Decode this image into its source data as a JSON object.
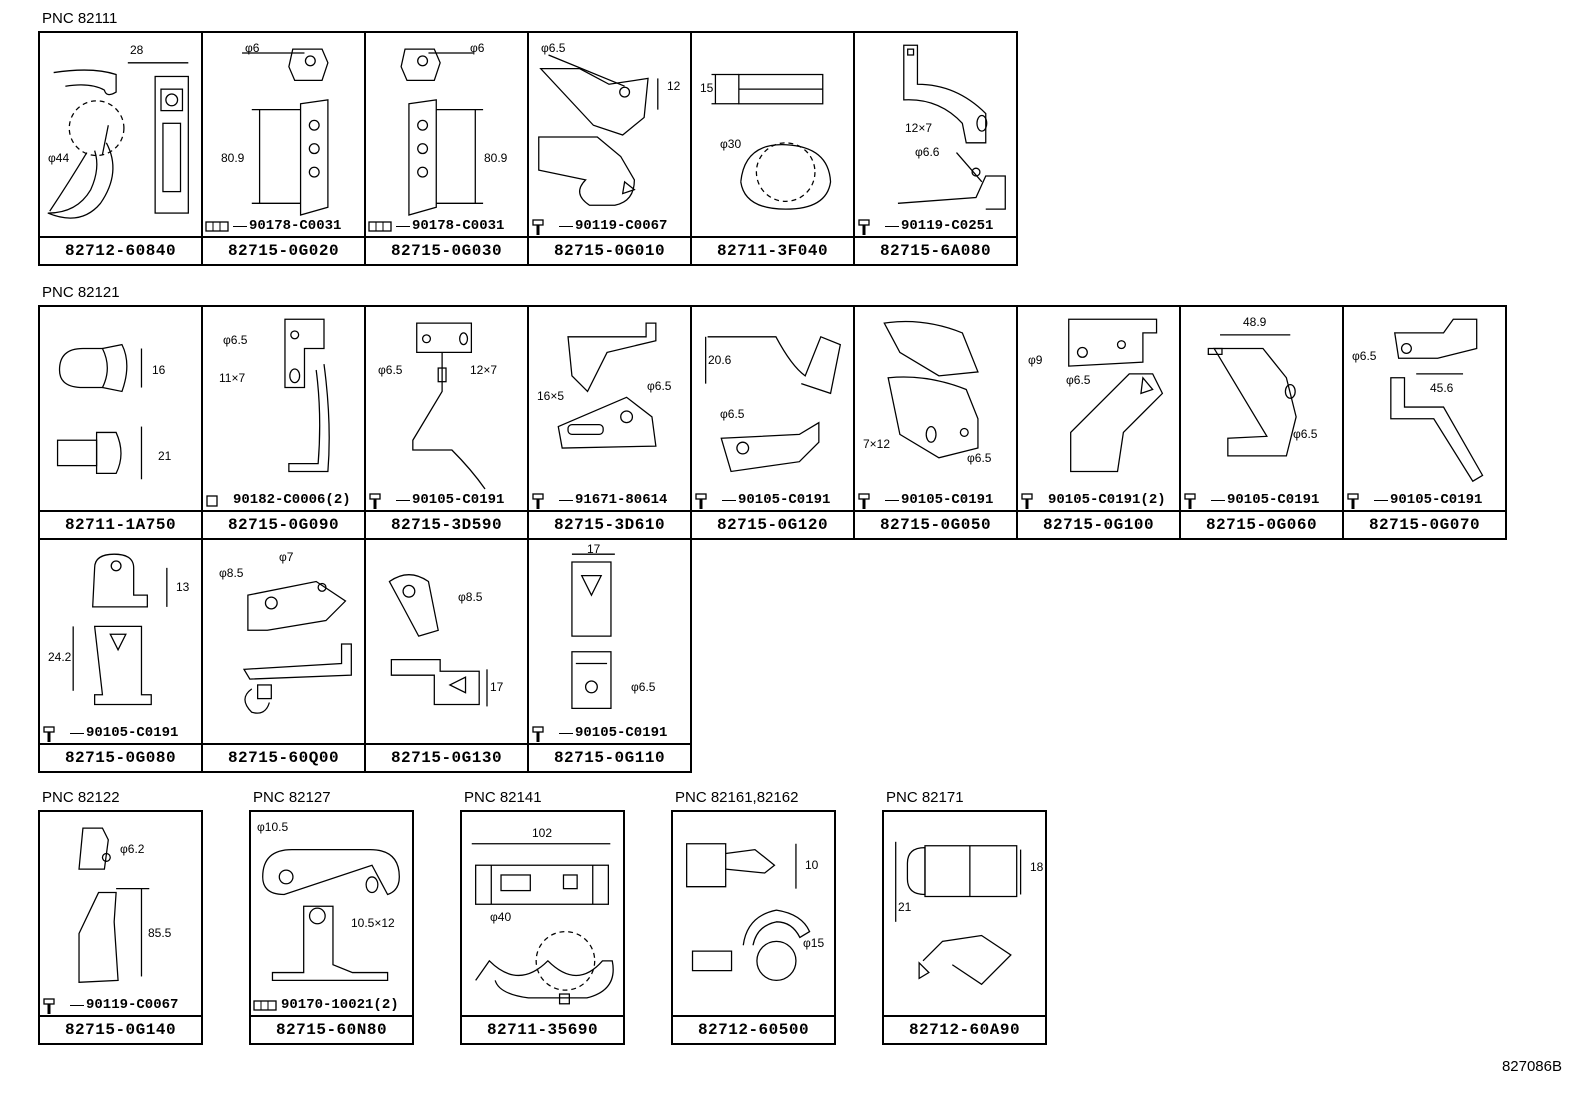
{
  "sections": [
    {
      "label": "PNC 82111",
      "parts": [
        {
          "pn": "82712-60840",
          "sub": "",
          "dims": [
            "28",
            "φ44"
          ]
        },
        {
          "pn": "82715-0G020",
          "sub": "90178-C0031",
          "dims": [
            "φ6",
            "80.9"
          ]
        },
        {
          "pn": "82715-0G030",
          "sub": "90178-C0031",
          "dims": [
            "φ6",
            "80.9"
          ]
        },
        {
          "pn": "82715-0G010",
          "sub": "90119-C0067",
          "dims": [
            "φ6.5",
            "12"
          ]
        },
        {
          "pn": "82711-3F040",
          "sub": "",
          "dims": [
            "15",
            "φ30"
          ]
        },
        {
          "pn": "82715-6A080",
          "sub": "90119-C0251",
          "dims": [
            "12×7",
            "φ6.6"
          ]
        }
      ]
    },
    {
      "label": "PNC 82121",
      "parts": [
        {
          "pn": "82711-1A750",
          "sub": "",
          "dims": [
            "16",
            "21"
          ]
        },
        {
          "pn": "82715-0G090",
          "sub": "90182-C0006(2)",
          "dims": [
            "φ6.5",
            "11×7"
          ]
        },
        {
          "pn": "82715-3D590",
          "sub": "90105-C0191",
          "dims": [
            "φ6.5",
            "12×7"
          ]
        },
        {
          "pn": "82715-3D610",
          "sub": "91671-80614",
          "dims": [
            "16×5",
            "φ6.5"
          ]
        },
        {
          "pn": "82715-0G120",
          "sub": "90105-C0191",
          "dims": [
            "20.6",
            "φ6.5"
          ]
        },
        {
          "pn": "82715-0G050",
          "sub": "90105-C0191",
          "dims": [
            "7×12",
            "φ6.5"
          ]
        },
        {
          "pn": "82715-0G100",
          "sub": "90105-C0191(2)",
          "dims": [
            "φ9",
            "φ6.5"
          ]
        },
        {
          "pn": "82715-0G060",
          "sub": "90105-C0191",
          "dims": [
            "48.9",
            "φ6.5"
          ]
        },
        {
          "pn": "82715-0G070",
          "sub": "90105-C0191",
          "dims": [
            "φ6.5",
            "45.6"
          ]
        },
        {
          "pn": "82715-0G080",
          "sub": "90105-C0191",
          "dims": [
            "13",
            "24.2"
          ]
        },
        {
          "pn": "82715-60Q00",
          "sub": "",
          "dims": [
            "φ8.5",
            "φ7"
          ]
        },
        {
          "pn": "82715-0G130",
          "sub": "",
          "dims": [
            "φ8.5",
            "17"
          ]
        },
        {
          "pn": "82715-0G110",
          "sub": "90105-C0191",
          "dims": [
            "17",
            "φ6.5"
          ]
        }
      ]
    },
    {
      "label": "PNC 82122",
      "parts": [
        {
          "pn": "82715-0G140",
          "sub": "90119-C0067",
          "dims": [
            "φ6.2",
            "85.5"
          ]
        }
      ]
    },
    {
      "label": "PNC 82127",
      "parts": [
        {
          "pn": "82715-60N80",
          "sub": "90170-10021(2)",
          "dims": [
            "φ10.5",
            "10.5×12"
          ]
        }
      ]
    },
    {
      "label": "PNC 82141",
      "parts": [
        {
          "pn": "82711-35690",
          "sub": "",
          "dims": [
            "102",
            "φ40"
          ]
        }
      ]
    },
    {
      "label": "PNC 82161,82162",
      "parts": [
        {
          "pn": "82712-60500",
          "sub": "",
          "dims": [
            "10",
            "φ15"
          ]
        }
      ]
    },
    {
      "label": "PNC 82171",
      "parts": [
        {
          "pn": "82712-60A90",
          "sub": "",
          "dims": [
            "18",
            "21"
          ]
        }
      ]
    }
  ],
  "ref_code": "827086B"
}
